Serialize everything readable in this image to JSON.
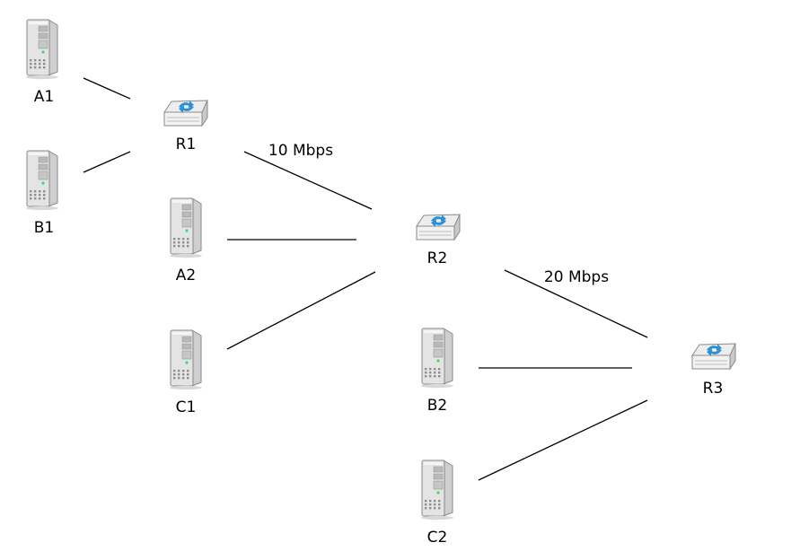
{
  "nodes": [
    {
      "id": "A1",
      "kind": "server",
      "label": "A1"
    },
    {
      "id": "B1",
      "kind": "server",
      "label": "B1"
    },
    {
      "id": "R1",
      "kind": "router",
      "label": "R1"
    },
    {
      "id": "A2",
      "kind": "server",
      "label": "A2"
    },
    {
      "id": "C1",
      "kind": "server",
      "label": "C1"
    },
    {
      "id": "R2",
      "kind": "router",
      "label": "R2"
    },
    {
      "id": "B2",
      "kind": "server",
      "label": "B2"
    },
    {
      "id": "C2",
      "kind": "server",
      "label": "C2"
    },
    {
      "id": "R3",
      "kind": "router",
      "label": "R3"
    }
  ],
  "links": [
    {
      "from": "A1",
      "to": "R1",
      "label": ""
    },
    {
      "from": "B1",
      "to": "R1",
      "label": ""
    },
    {
      "from": "R1",
      "to": "R2",
      "label": "10 Mbps"
    },
    {
      "from": "A2",
      "to": "R2",
      "label": ""
    },
    {
      "from": "C1",
      "to": "R2",
      "label": ""
    },
    {
      "from": "R2",
      "to": "R3",
      "label": "20 Mbps"
    },
    {
      "from": "B2",
      "to": "R3",
      "label": ""
    },
    {
      "from": "C2",
      "to": "R3",
      "label": ""
    }
  ],
  "colors": {
    "line": "#000000",
    "server_body": "#e4e4e4",
    "server_edge": "#8a8a8a",
    "router_body": "#f2f2f2",
    "router_arrows": "#2a8fd6",
    "led": "#4cd964"
  }
}
